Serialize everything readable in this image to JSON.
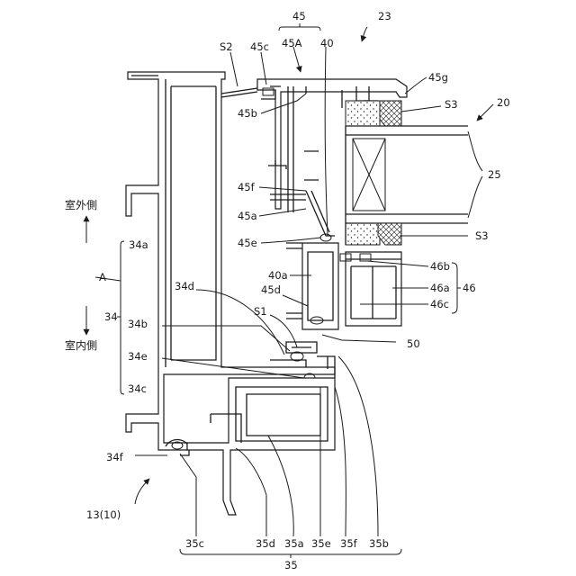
{
  "labels": {
    "l23": "23",
    "l45": "45",
    "l45A": "45A",
    "l40": "40",
    "lS2": "S2",
    "l45c": "45c",
    "l45g": "45g",
    "lS3a": "S3",
    "l20": "20",
    "l45b": "45b",
    "l25": "25",
    "l45f": "45f",
    "l45a": "45a",
    "l45e": "45e",
    "lS3b": "S3",
    "l34a": "34a",
    "l40a": "40a",
    "l46b": "46b",
    "l34d": "34d",
    "l45d": "45d",
    "l46a": "46a",
    "l46": "46",
    "lS1": "S1",
    "l46c": "46c",
    "l34": "34",
    "l34b": "34b",
    "l50": "50",
    "l34e": "34e",
    "l34c": "34c",
    "l34f": "34f",
    "l13": "13(10)",
    "l35c": "35c",
    "l35d": "35d",
    "l35a": "35a",
    "l35e": "35e",
    "l35f": "35f",
    "l35b": "35b",
    "l35": "35",
    "lA": "A"
  },
  "directions": {
    "outdoor": "室外側",
    "indoor": "室内側"
  }
}
